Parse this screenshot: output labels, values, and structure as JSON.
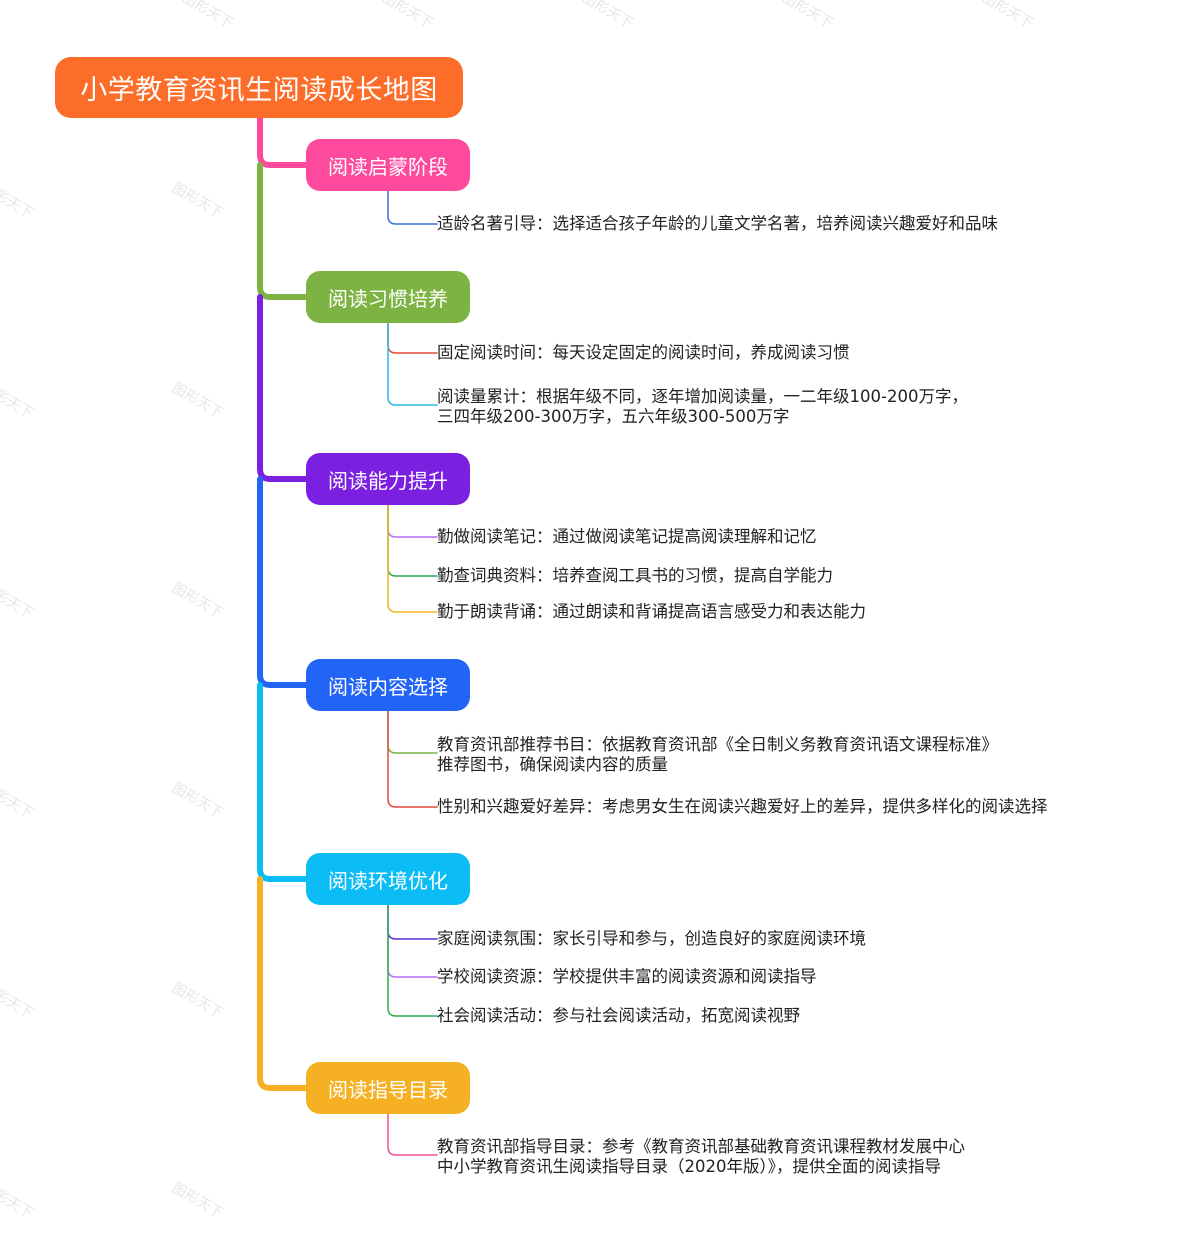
{
  "root": {
    "title": "小学教育资讯生阅读成长地图",
    "color": "#fd6d2a"
  },
  "watermark": "图形天下",
  "branches": [
    {
      "label": "阅读启蒙阶段",
      "color": "#fd4a9c",
      "leaves": [
        {
          "lines": [
            "适龄名著引导：选择适合孩子年龄的儿童文学名著，培养阅读兴趣爱好和品味"
          ],
          "color": "#3a6fe0"
        }
      ]
    },
    {
      "label": "阅读习惯培养",
      "color": "#7cb342",
      "leaves": [
        {
          "lines": [
            "固定阅读时间：每天设定固定的阅读时间，养成阅读习惯"
          ],
          "color": "#e04a3a"
        },
        {
          "lines": [
            "阅读量累计：根据年级不同，逐年增加阅读量，一二年级100-200万字，",
            "三四年级200-300万字，五六年级300-500万字"
          ],
          "color": "#2ab6e6"
        }
      ]
    },
    {
      "label": "阅读能力提升",
      "color": "#7b1fe0",
      "leaves": [
        {
          "lines": [
            "勤做阅读笔记：通过做阅读笔记提高阅读理解和记忆"
          ],
          "color": "#b36ef0"
        },
        {
          "lines": [
            "勤查词典资料：培养查阅工具书的习惯，提高自学能力"
          ],
          "color": "#2fae4a"
        },
        {
          "lines": [
            "勤于朗读背诵：通过朗读和背诵提高语言感受力和表达能力"
          ],
          "color": "#f0b429"
        }
      ]
    },
    {
      "label": "阅读内容选择",
      "color": "#2264f5",
      "leaves": [
        {
          "lines": [
            "教育资讯部推荐书目：依据教育资讯部《全日制义务教育资讯语文课程标准》",
            "推荐图书，确保阅读内容的质量"
          ],
          "color": "#7cb342"
        },
        {
          "lines": [
            "性别和兴趣爱好差异：考虑男女生在阅读兴趣爱好上的差异，提供多样化的阅读选择"
          ],
          "color": "#e04a3a"
        }
      ]
    },
    {
      "label": "阅读环境优化",
      "color": "#0bbcf5",
      "leaves": [
        {
          "lines": [
            "家庭阅读氛围：家长引导和参与，创造良好的家庭阅读环境"
          ],
          "color": "#5a2fd0"
        },
        {
          "lines": [
            "学校阅读资源：学校提供丰富的阅读资源和阅读指导"
          ],
          "color": "#b36ef0"
        },
        {
          "lines": [
            "社会阅读活动：参与社会阅读活动，拓宽阅读视野"
          ],
          "color": "#2fae4a"
        }
      ]
    },
    {
      "label": "阅读指导目录",
      "color": "#f5b123",
      "leaves": [
        {
          "lines": [
            "教育资讯部指导目录：参考《教育资讯部基础教育资讯课程教材发展中心",
            "中小学教育资讯生阅读指导目录（2020年版）》，提供全面的阅读指导"
          ],
          "color": "#f0509a"
        }
      ]
    }
  ]
}
